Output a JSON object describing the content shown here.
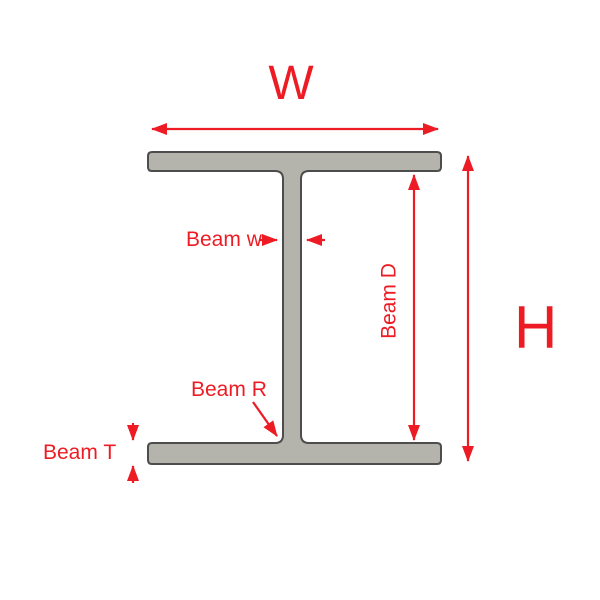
{
  "diagram": {
    "title": "I-beam cross-section dimension diagram",
    "labels": {
      "width": "W",
      "height": "H",
      "depth": "Beam D",
      "web": "Beam w",
      "radius": "Beam R",
      "thickness": "Beam T"
    },
    "colors": {
      "annotation": "#ed1c24",
      "beam_fill": "#b4b4ac",
      "beam_outline": "#4d4d4d",
      "background": "#ffffff"
    }
  }
}
